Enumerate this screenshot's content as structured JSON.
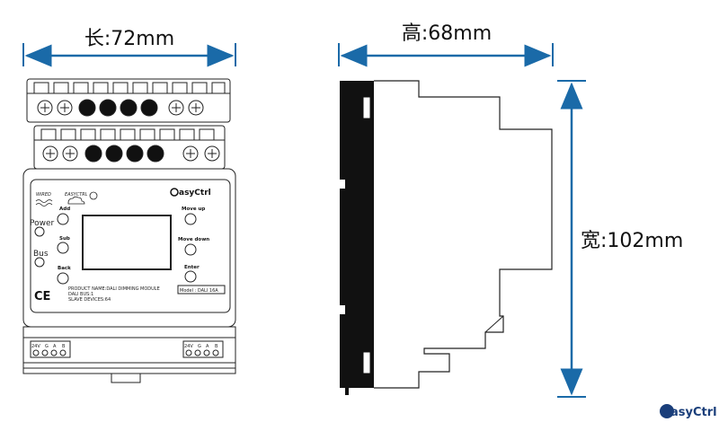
{
  "dimensions": {
    "width": "长:72mm",
    "depth": "高:68mm",
    "height": "宽:102mm"
  },
  "front_panel": {
    "brand_logo": "asyCtrl",
    "logo_small_1": "WIRED",
    "logo_small_2": "EASYCTRL",
    "buttons": {
      "add": "Add",
      "sub": "Sub",
      "back": "Back",
      "move_up": "Move up",
      "move_down": "Move down",
      "enter": "Enter"
    },
    "indicators": {
      "power": "Power",
      "bus": "Bus"
    },
    "ce_mark": "CE",
    "product_lines": [
      "PRODUCT NAME:DALI DIMMING MODULE",
      "DALI BUS:1",
      "SLAVE DEVICES:64"
    ],
    "model": "Model : DALI 16A",
    "bottom_terminals_left": [
      "24V",
      "G",
      "A",
      "B"
    ],
    "bottom_terminals_right": [
      "24V",
      "G",
      "A",
      "B"
    ]
  },
  "watermark": {
    "text": "asyCtrl"
  },
  "colors": {
    "dimension_arrow": "#1a6aa8",
    "line": "#222222",
    "side_black": "#111111"
  }
}
